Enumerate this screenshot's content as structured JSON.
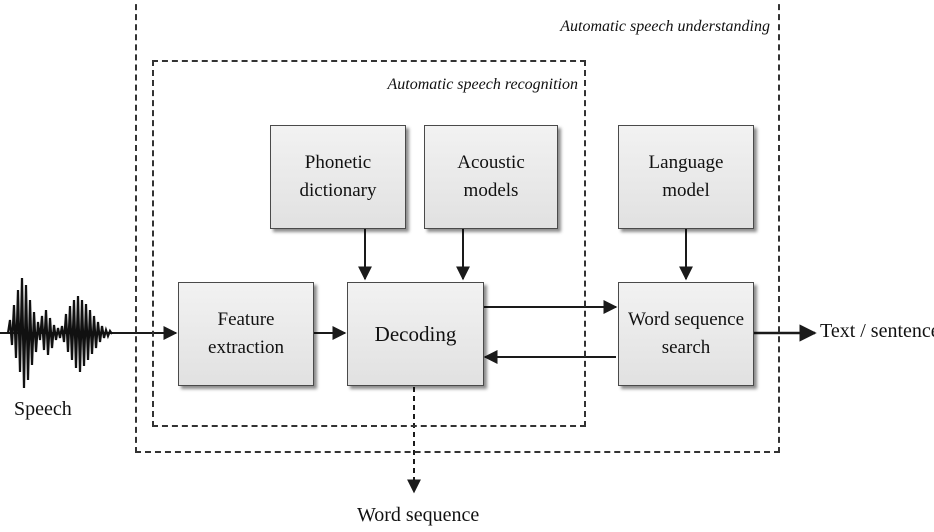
{
  "regions": {
    "understanding_label": "Automatic speech understanding",
    "recognition_label": "Automatic speech recognition"
  },
  "blocks": {
    "phonetic_dictionary": "Phonetic\ndictionary",
    "acoustic_models": "Acoustic\nmodels",
    "language_model": "Language\nmodel",
    "feature_extraction": "Feature\nextraction",
    "decoding": "Decoding",
    "word_sequence_search": "Word sequence\nsearch"
  },
  "io": {
    "input_label": "Speech",
    "output_label": "Text / sentence",
    "asr_output_label": "Word sequence"
  },
  "colors": {
    "block_fill": "#e8e8e8",
    "block_border": "#4a4a4a",
    "line": "#1a1a1a",
    "dashed": "#333333"
  }
}
